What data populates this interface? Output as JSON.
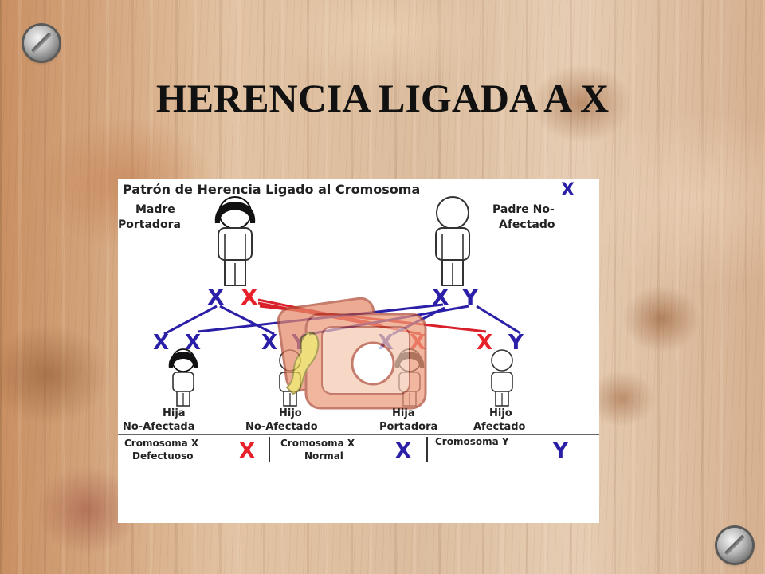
{
  "slide": {
    "title": "HERENCIA LIGADA A X"
  },
  "diagram": {
    "heading": "Patrón de Herencia Ligado al Cromosoma",
    "heading_x": "X",
    "mother_label": [
      "Madre",
      "Portadora"
    ],
    "father_label": [
      "Padre No-",
      "Afectado"
    ],
    "mother_chromosomes": [
      "X",
      "X"
    ],
    "father_chromosomes": [
      "X",
      "Y"
    ],
    "children": [
      {
        "chromosomes": [
          "X",
          "X"
        ],
        "label": [
          "Hija",
          "No-Afectada"
        ]
      },
      {
        "chromosomes": [
          "X",
          "Y"
        ],
        "label": [
          "Hijo",
          "No-Afectado"
        ]
      },
      {
        "chromosomes": [
          "X",
          "X"
        ],
        "label": [
          "Hija",
          "Portadora"
        ]
      },
      {
        "chromosomes": [
          "X",
          "Y"
        ],
        "label": [
          "Hijo",
          "Afectado"
        ]
      }
    ],
    "legend": [
      {
        "label": [
          "Cromosoma X",
          "Defectuoso"
        ],
        "symbol": "X"
      },
      {
        "label": [
          "Cromosoma X",
          "Normal"
        ],
        "symbol": "X"
      },
      {
        "label": [
          "Cromosoma Y"
        ],
        "symbol": "Y"
      }
    ],
    "colors": {
      "defective": "#e8202a",
      "normal": "#2b1fa8",
      "line_normal": "#2b1fa8",
      "line_defective": "#d8202a"
    },
    "watermark_icon": "camera-icon"
  }
}
